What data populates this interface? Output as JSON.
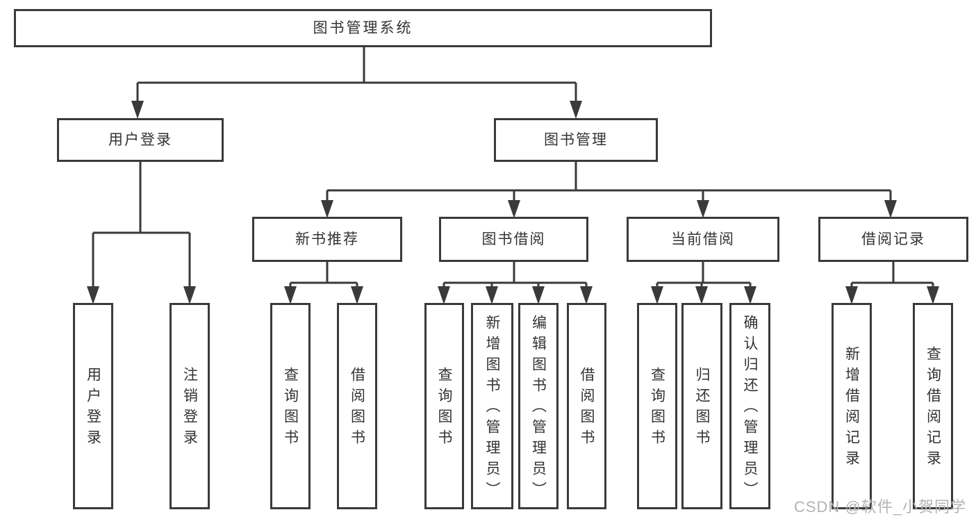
{
  "colors": {
    "line": "#3a3a3a",
    "text": "#333333",
    "background": "#ffffff",
    "watermark": "#b3b3b3"
  },
  "diagram": {
    "root": "图书管理系统",
    "branches": [
      {
        "label": "用户登录",
        "children": [
          "用户登录",
          "注销登录"
        ]
      },
      {
        "label": "图书管理",
        "groups": [
          {
            "label": "新书推荐",
            "children": [
              "查询图书",
              "借阅图书"
            ]
          },
          {
            "label": "图书借阅",
            "children": [
              "查询图书",
              "新增图书（管理员）",
              "编辑图书（管理员）",
              "借阅图书"
            ]
          },
          {
            "label": "当前借阅",
            "children": [
              "查询图书",
              "归还图书",
              "确认归还（管理员）"
            ]
          },
          {
            "label": "借阅记录",
            "children": [
              "新增借阅记录",
              "查询借阅记录"
            ]
          }
        ]
      }
    ]
  },
  "watermark": "CSDN @软件_小贺同学"
}
